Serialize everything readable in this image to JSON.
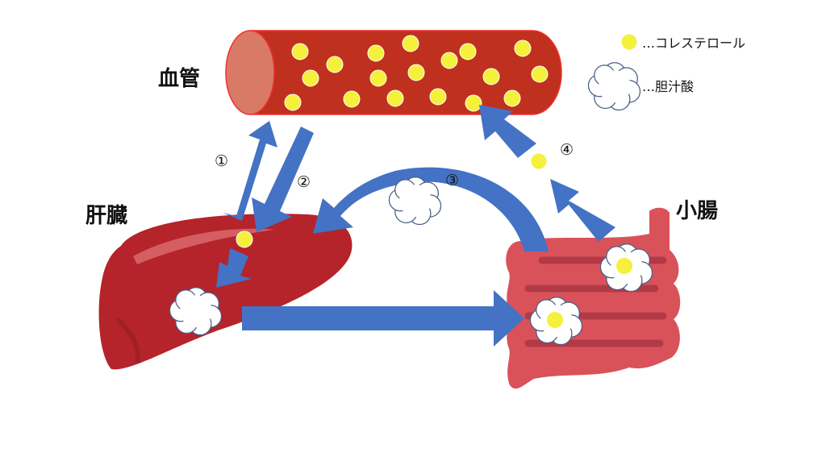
{
  "labels": {
    "blood_vessel": "血管",
    "liver": "肝臓",
    "small_intestine": "小腸"
  },
  "legend": {
    "cholesterol": "…コレステロール",
    "bile_acid": "…胆汁酸"
  },
  "steps": {
    "s1": "①",
    "s2": "②",
    "s3": "③",
    "s4": "④"
  },
  "colors": {
    "arrow": "#4472c4",
    "vessel": "#c0301e",
    "vessel_end": "#d97a66",
    "cholesterol": "#f5f03c",
    "liver": "#b4242a",
    "intestine": "#d9525a",
    "intestine_fold": "#b23a46"
  }
}
